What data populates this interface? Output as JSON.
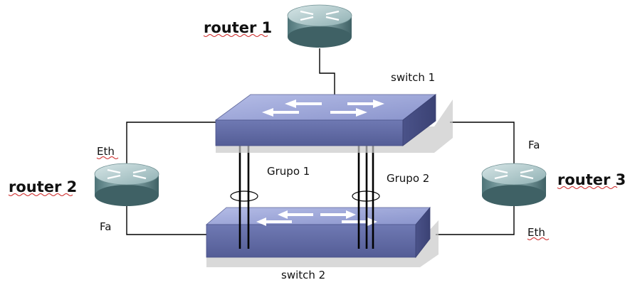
{
  "diagram": {
    "routers": {
      "r1": {
        "label": "router 1"
      },
      "r2": {
        "label": "router 2",
        "top_port": "Eth",
        "bottom_port": "Fa"
      },
      "r3": {
        "label": "router 3",
        "top_port": "Fa",
        "bottom_port": "Eth"
      }
    },
    "switches": {
      "s1": {
        "label": "switch 1"
      },
      "s2": {
        "label": "switch 2"
      }
    },
    "groups": {
      "g1": {
        "label": "Grupo 1"
      },
      "g2": {
        "label": "Grupo 2"
      }
    }
  }
}
